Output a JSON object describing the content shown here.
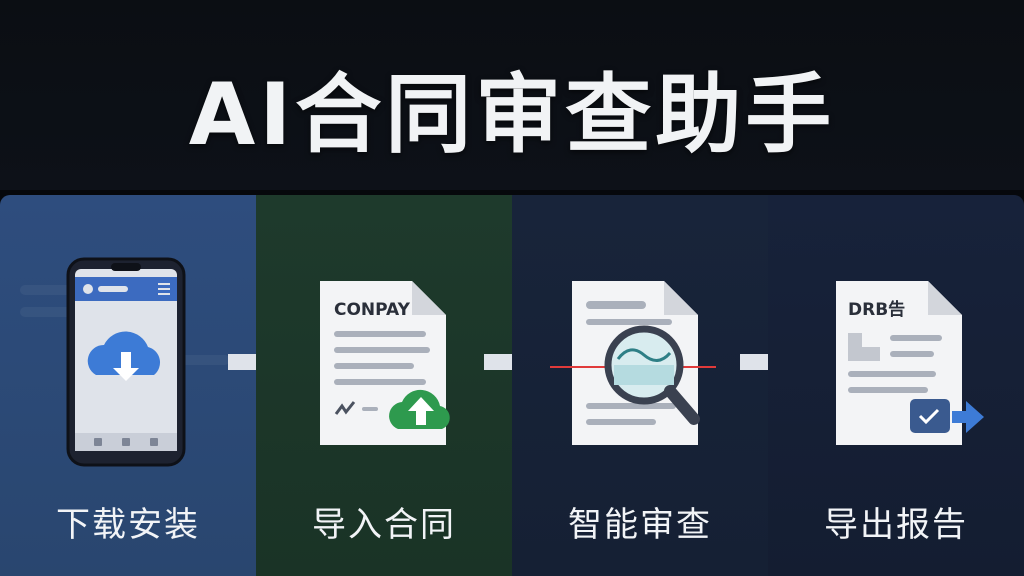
{
  "title": "AI合同审查助手",
  "steps": [
    {
      "label": "下载安装",
      "icon": "phone-cloud-download-icon"
    },
    {
      "label": "导入合同",
      "icon": "document-upload-icon",
      "doc_heading": "CONPAY"
    },
    {
      "label": "智能审查",
      "icon": "document-magnifier-icon"
    },
    {
      "label": "导出报告",
      "icon": "report-export-icon",
      "doc_heading": "DRB告"
    }
  ],
  "colors": {
    "step1_bg": "#2e4d7e",
    "step2_bg": "#1e3a2c",
    "step3_bg": "#18243a",
    "step4_bg": "#17223a",
    "accent_blue": "#3d7bd6",
    "accent_green": "#2e9a4e",
    "scan_red": "#e03a3a"
  }
}
